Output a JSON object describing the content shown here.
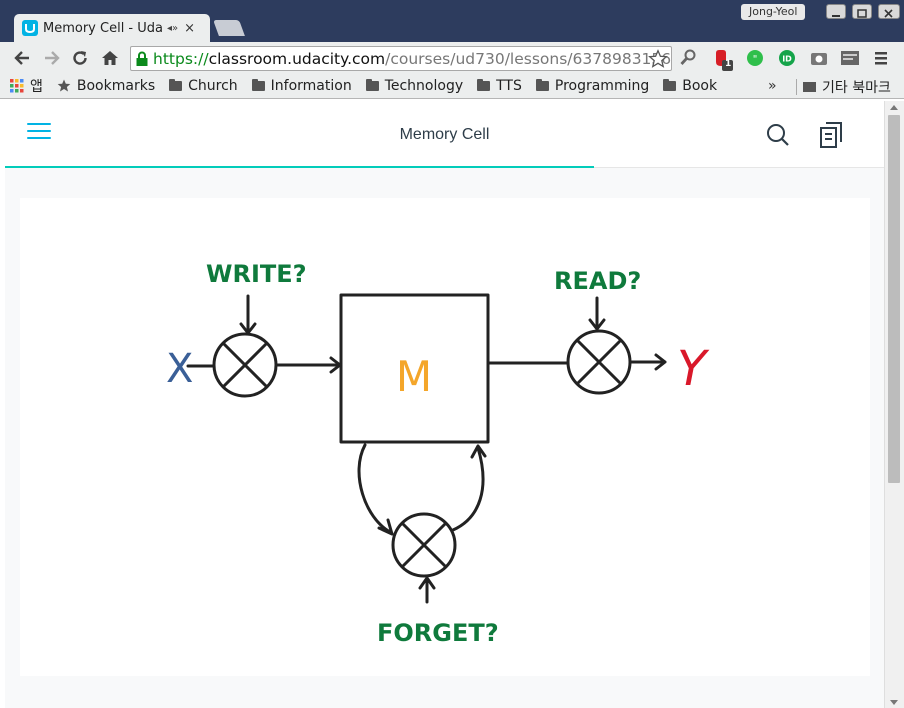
{
  "browser": {
    "tab": {
      "title": "Memory Cell - Uda",
      "audio_icon": "◂»",
      "close_glyph": "×",
      "favicon": "udacity-logo-icon"
    },
    "profile_name": "Jong-Yeol",
    "omnibox": {
      "scheme": "https://",
      "host": "classroom.udacity.com",
      "path": "/courses/ud730/lessons/6378983156/co"
    },
    "bookmarks": {
      "apps_label": "앱",
      "items": [
        "Bookmarks",
        "Church",
        "Information",
        "Technology",
        "TTS",
        "Programming",
        "Book"
      ],
      "overflow": "»",
      "other_label": "기타 북마크"
    },
    "extension_badge": "1"
  },
  "page": {
    "title": "Memory Cell",
    "progress": 0.67,
    "accent_color": "#02b3e4"
  },
  "diagram": {
    "input_label": "X",
    "output_label": "Y",
    "memory_label": "M",
    "write_label": "WRITE?",
    "read_label": "READ?",
    "forget_label": "FORGET?",
    "colors": {
      "input": "#3a5f97",
      "output": "#d9182a",
      "memory": "#f4a62a",
      "gate_labels": "#0f7a3c",
      "ink": "#222222"
    }
  }
}
